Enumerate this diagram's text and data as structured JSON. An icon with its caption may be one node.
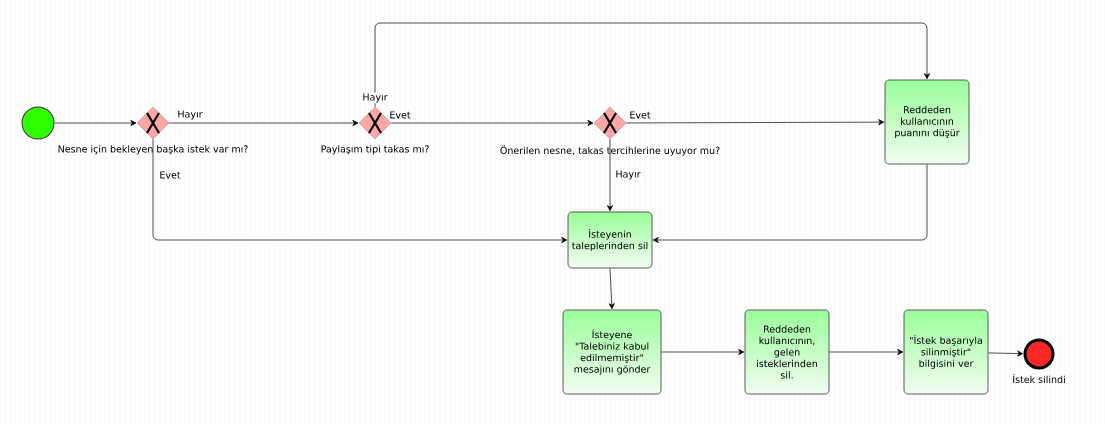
{
  "diagram": {
    "nodes": [
      {
        "text": [],
        "shape": "circle"
      },
      {
        "text": [],
        "shape": "diamond",
        "beside": [
          "Nesne için bekleyen başka istek var mı?"
        ]
      },
      {
        "text": [],
        "shape": "diamond",
        "beside": [
          "Paylaşım tipi takas mı?"
        ]
      },
      {
        "text": [],
        "shape": "diamond",
        "beside": [
          "Önerilen nesne, takas tercihlerine uyuyor mu?"
        ]
      },
      {
        "text": [
          "Reddeden kullanıcının puanını düşür"
        ]
      },
      {
        "text": [
          "İsteyenin taleplerinden sil"
        ]
      },
      {
        "text": [
          "İsteyene \"Talebiniz kabul edilmemiştir\" mesajını gönder"
        ]
      },
      {
        "text": [
          "Reddeden kullanıcının, gelen isteklerinden sil."
        ]
      },
      {
        "text": [
          "\"İstek başarıyla silinmiştir\" bilgisini ver"
        ]
      },
      {
        "text": [],
        "shape": "circle",
        "beside": [
          "İstek silindi"
        ]
      }
    ],
    "edges": [
      {
        "from": 0,
        "to": 1,
        "arrow": "to"
      },
      {
        "from": 1,
        "to": 2,
        "arrow": "to",
        "label": "Hayır"
      },
      {
        "from": 1,
        "to": 5,
        "arrow": "to",
        "label": "Evet"
      },
      {
        "from": 2,
        "to": 4,
        "arrow": "to",
        "label": "Hayır"
      },
      {
        "from": 2,
        "to": 3,
        "arrow": "to",
        "label": "Evet"
      },
      {
        "from": 3,
        "to": 4,
        "arrow": "to",
        "label": "Evet"
      },
      {
        "from": 3,
        "to": 5,
        "arrow": "to",
        "label": "Hayır"
      },
      {
        "from": 4,
        "to": 5,
        "arrow": "to"
      },
      {
        "from": 5,
        "to": 6,
        "arrow": "to"
      },
      {
        "from": 6,
        "to": 7,
        "arrow": "to"
      },
      {
        "from": 7,
        "to": 8,
        "arrow": "to"
      },
      {
        "from": 8,
        "to": 9,
        "arrow": "to"
      }
    ]
  }
}
